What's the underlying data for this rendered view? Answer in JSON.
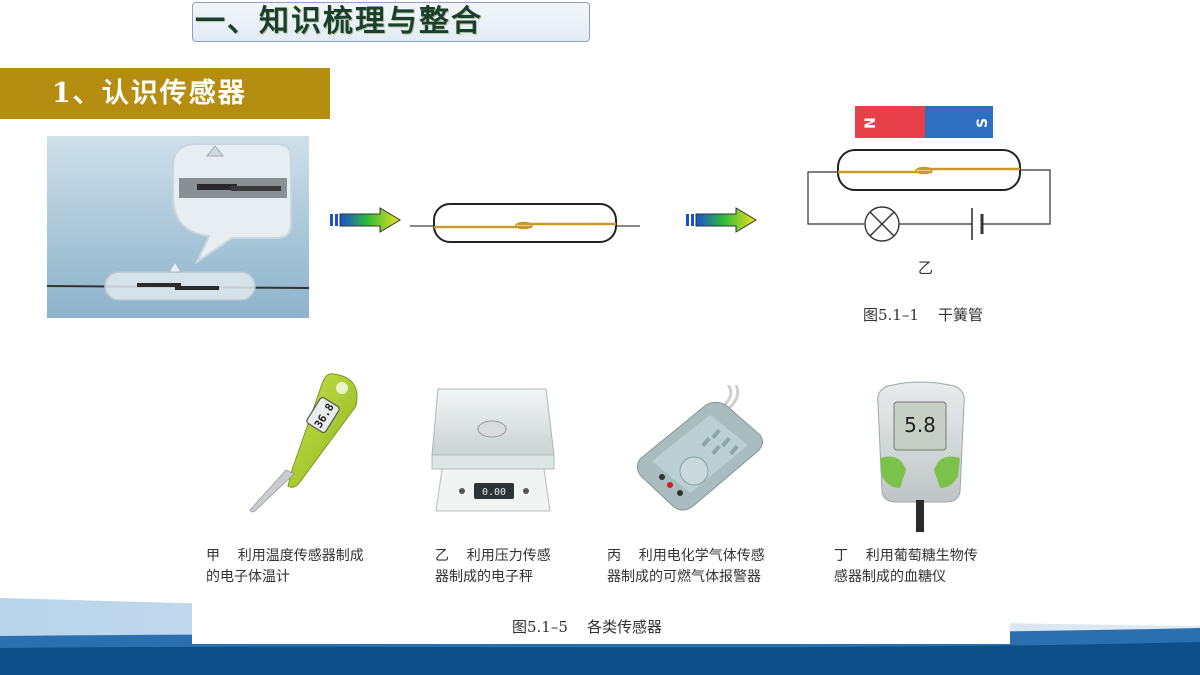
{
  "main_title": "一、知识梳理与整合",
  "section_title": "1、认识传感器",
  "reed_switch": {
    "magnet_n": "N",
    "magnet_s": "S",
    "circuit_label": "乙",
    "caption": "图5.1–1    干簧管"
  },
  "sensors": [
    {
      "caption": "甲    利用温度传感器制成\n的电子体温计",
      "display": "36.8"
    },
    {
      "caption": "乙    利用压力传感\n器制成的电子秤",
      "display": "0.00"
    },
    {
      "caption": "丙    利用电化学气体传感\n器制成的可燃气体报警器"
    },
    {
      "caption": "丁    利用葡萄糖生物传\n感器制成的血糖仪",
      "display": "5.8"
    }
  ],
  "sensors_caption": "图5.1–5    各类传感器",
  "colors": {
    "section_bar": "#b58d10",
    "magnet_n": "#e8404a",
    "magnet_s": "#2f6fc2",
    "bottom_band": "#0e4f8a"
  }
}
